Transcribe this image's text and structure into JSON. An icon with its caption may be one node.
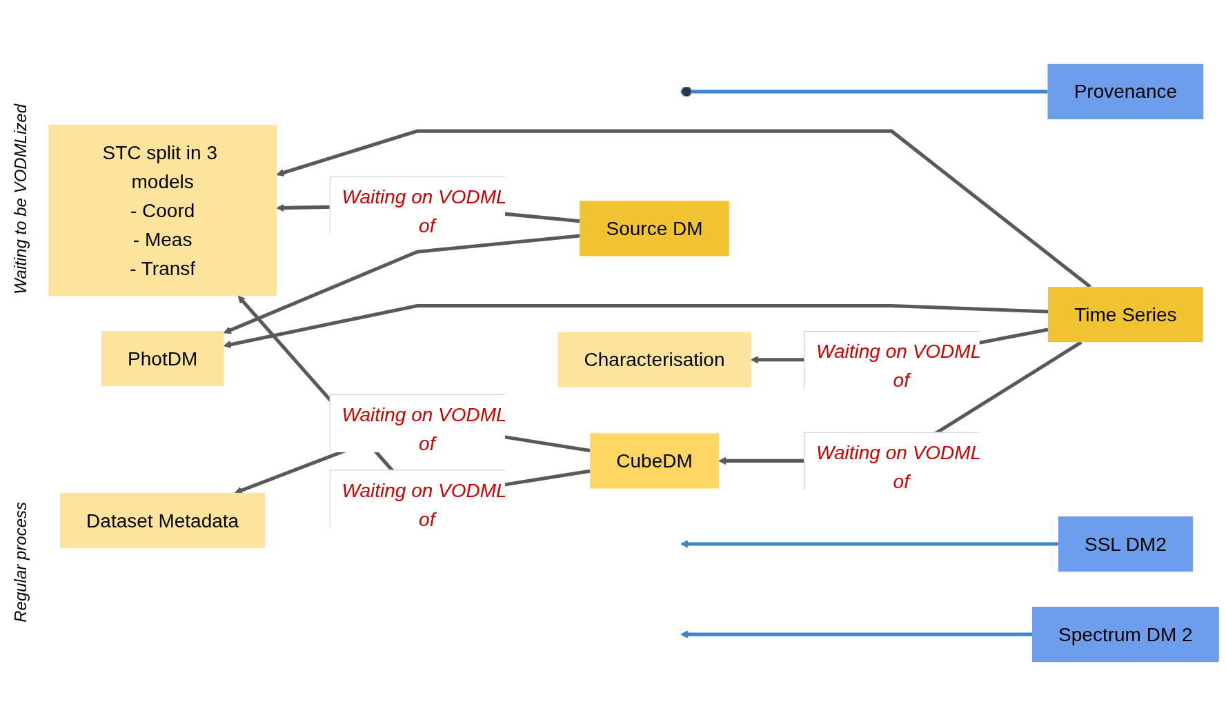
{
  "diagram": {
    "nodes": [
      {
        "text": [
          "Dataset Metadata"
        ]
      },
      {
        "text": [
          "STC split in 3 models",
          "- Coord",
          "- Meas",
          "- Transf"
        ]
      },
      {
        "text": [
          "PhotDM"
        ]
      },
      {
        "text": [
          "Characterisation"
        ]
      },
      {
        "text": [
          "CubeDM"
        ]
      },
      {
        "text": [
          "Source DM"
        ]
      },
      {
        "text": [
          "Time Series"
        ]
      },
      {
        "text": [
          "Provenance"
        ]
      },
      {
        "text": [
          "SSL DM2"
        ]
      },
      {
        "text": [
          "Spectrum DM 2"
        ]
      }
    ],
    "edges": [
      {
        "from": 4,
        "to": 0,
        "arrow": "to",
        "label": "Waiting on VODML of"
      },
      {
        "from": 4,
        "to": 1,
        "arrow": "to",
        "label": "Waiting on VODML of"
      },
      {
        "from": 5,
        "to": 1,
        "arrow": "to",
        "label": "Waiting on VODML of"
      },
      {
        "from": 5,
        "to": 2,
        "arrow": "to"
      },
      {
        "from": 6,
        "to": 1,
        "arrow": "to"
      },
      {
        "from": 6,
        "to": 2,
        "arrow": "to"
      },
      {
        "from": 6,
        "to": 3,
        "arrow": "to",
        "label": "Waiting on VODML of"
      },
      {
        "from": 6,
        "to": 4,
        "arrow": "to",
        "label": "Waiting on VODML of"
      },
      {
        "from": 7,
        "to": null,
        "arrow": "other",
        "color": "#3d85c6"
      },
      {
        "from": 8,
        "to": null,
        "arrow": "to",
        "color": "#3d85c6"
      },
      {
        "from": 9,
        "to": null,
        "arrow": "to",
        "color": "#3d85c6"
      }
    ],
    "labels": [
      "Waiting to be VODMLized",
      "Regular process"
    ]
  }
}
